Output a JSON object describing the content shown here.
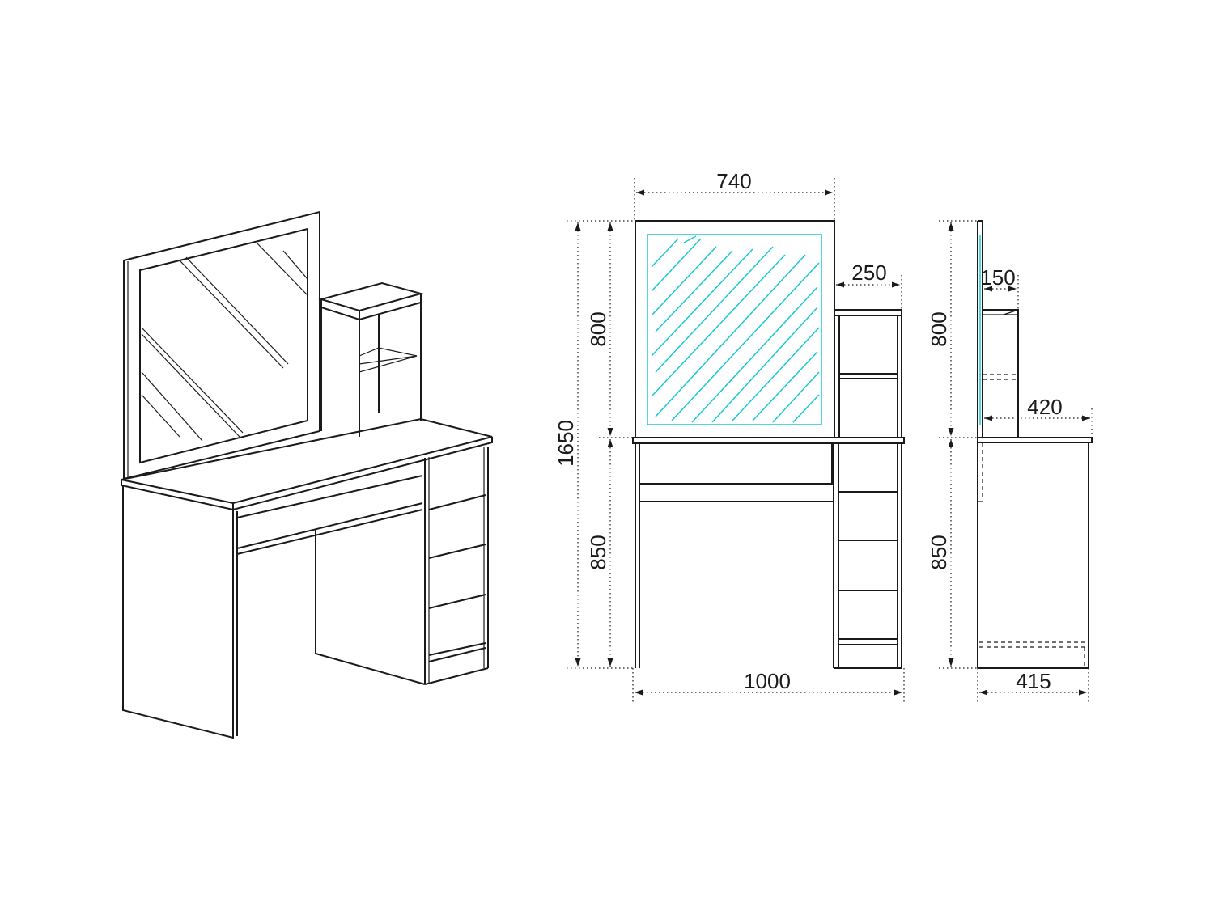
{
  "dimensions": {
    "mirror_width": "740",
    "shelf_width": "250",
    "total_height": "1650",
    "mirror_height": "800",
    "table_height": "850",
    "total_width": "1000",
    "side_mirror_height": "800",
    "side_table_height": "850",
    "side_shelf_depth": "150",
    "side_top_depth": "420",
    "side_base_depth": "415"
  },
  "colors": {
    "line": "#1a1a1a",
    "glass": "#18c8d2"
  }
}
